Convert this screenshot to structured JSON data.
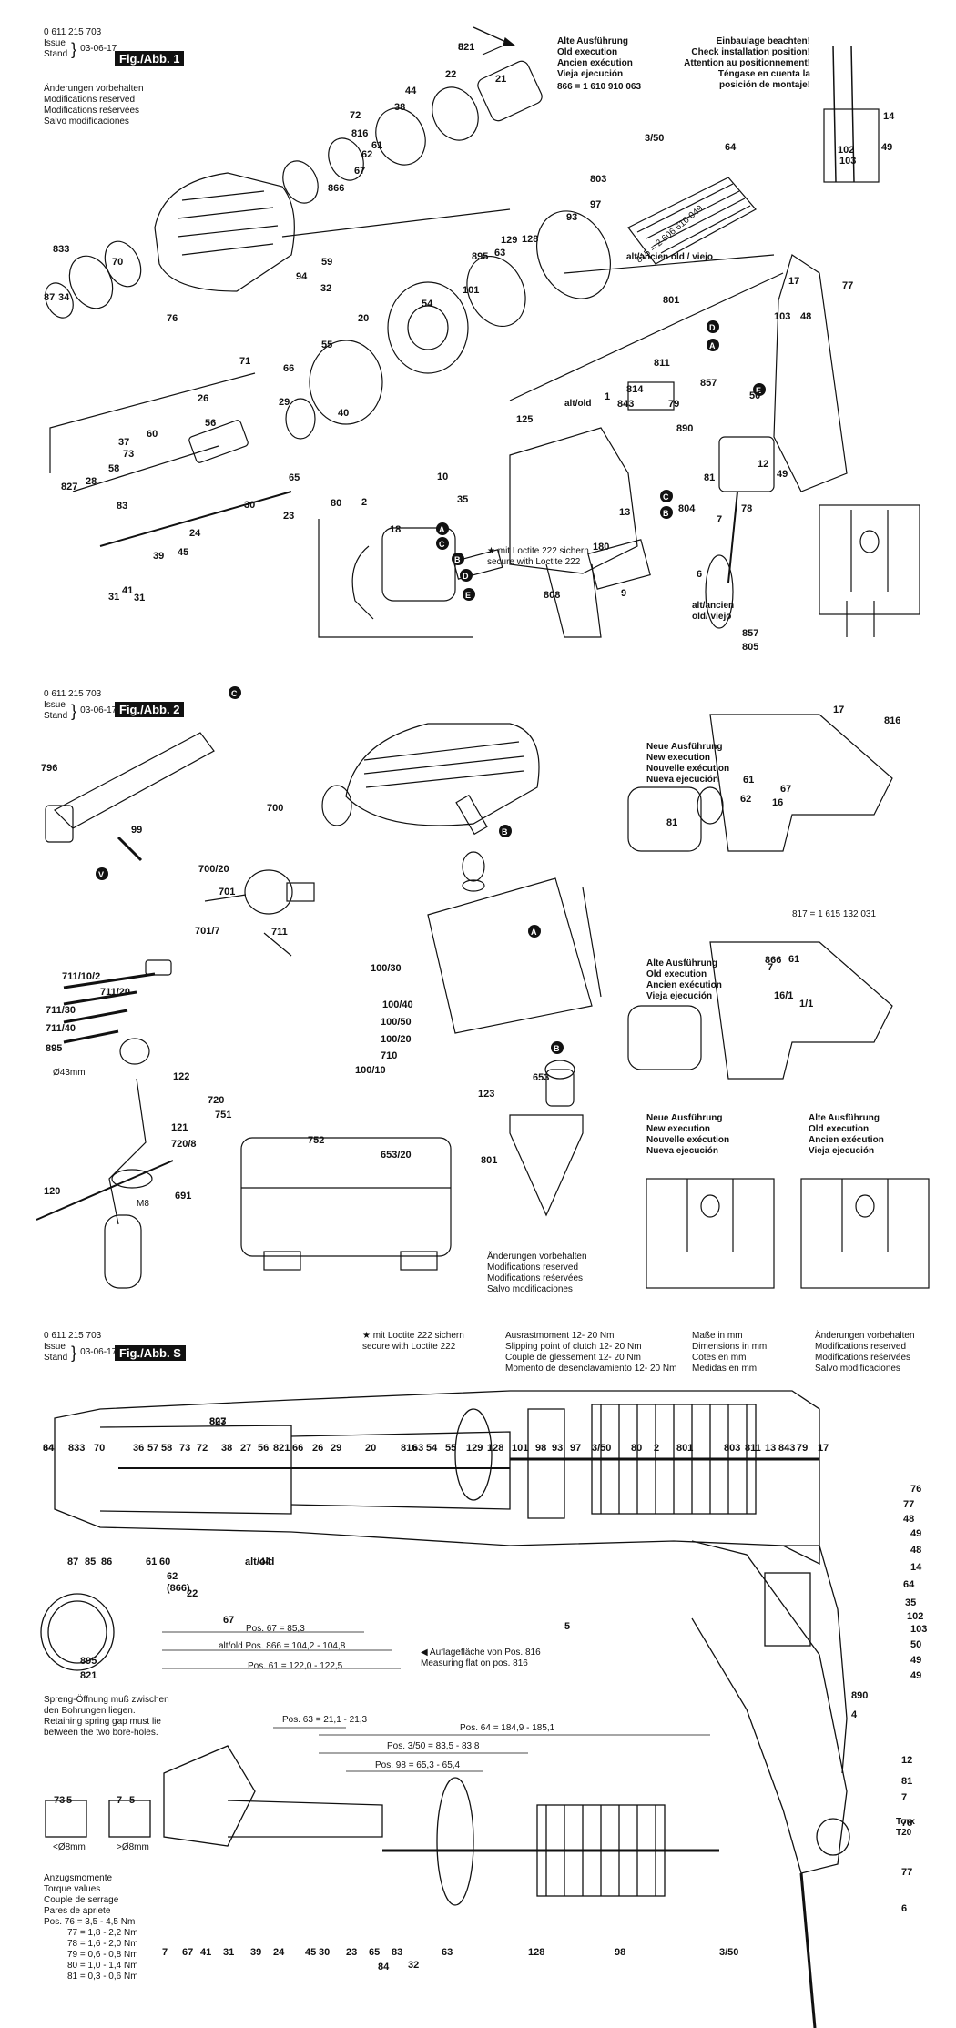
{
  "doc": {
    "number": "0 611 215 703",
    "issue_label": "Issue",
    "stand_label": "Stand",
    "date": "03-06-17"
  },
  "panel1": {
    "fig": "Fig./Abb. 1",
    "modifications": [
      "Änderungen vorbehalten",
      "Modifications reserved",
      "Modifications reśervées",
      "Salvo modificaciones"
    ],
    "old_exec": [
      "Alte Ausführung",
      "Old execution",
      "Ancien exécution",
      "Vieja ejecución"
    ],
    "old_exec_ref": "866 = 1 610 910 063",
    "install": [
      "Einbaulage beachten!",
      "Check installation position!",
      "Attention au positionnement!",
      "Téngase en cuenta la",
      "posición de montaje!"
    ],
    "ref815": "815 = 2 606 610 049",
    "altold": "alt/ancien old / viejo",
    "altold2": "alt/old",
    "loctite": [
      "★ mit Loctite 222 sichern",
      "secure with Loctite 222"
    ],
    "altold3": "alt/ancien old/ viejo",
    "labels": [
      "821",
      "22",
      "21",
      "44",
      "38",
      "72",
      "816",
      "61",
      "62",
      "67",
      "866",
      "3/50",
      "64",
      "97",
      "803",
      "93",
      "833",
      "70",
      "59",
      "94",
      "32",
      "87",
      "34",
      "76",
      "101",
      "895",
      "63",
      "129",
      "128",
      "801",
      "17",
      "77",
      "103",
      "48",
      "14",
      "102",
      "103",
      "49",
      "54",
      "20",
      "55",
      "71",
      "66",
      "29",
      "40",
      "26",
      "56",
      "60",
      "37",
      "73",
      "58",
      "28",
      "827",
      "83",
      "30",
      "23",
      "65",
      "24",
      "45",
      "39",
      "31",
      "41",
      "31",
      "80",
      "2",
      "35",
      "18",
      "125",
      "10",
      "1",
      "843",
      "811",
      "814",
      "79",
      "890",
      "857",
      "50",
      "81",
      "12",
      "78",
      "7",
      "804",
      "49",
      "13",
      "9",
      "180",
      "808",
      "6",
      "857",
      "805",
      "5"
    ]
  },
  "panel2": {
    "fig": "Fig./Abb. 2",
    "new_exec": [
      "Neue Ausführung",
      "New execution",
      "Nouvelle exécution",
      "Nueva ejecución"
    ],
    "old_exec": [
      "Alte Ausführung",
      "Old execution",
      "Ancien exécution",
      "Vieja ejecución"
    ],
    "ref817": "817 = 1 615 132 031",
    "modifications": [
      "Änderungen vorbehalten",
      "Modifications reserved",
      "Modifications reśervées",
      "Salvo modificaciones"
    ],
    "dim_ring": "Ø43mm",
    "m8": "M8",
    "labels": [
      "796",
      "99",
      "700",
      "700/20",
      "701",
      "701/7",
      "711",
      "711/10/2",
      "711/20",
      "711/30",
      "711/40",
      "895",
      "100/30",
      "100/40",
      "100/50",
      "100/20",
      "710",
      "100/10",
      "653/20",
      "653",
      "123",
      "122",
      "121",
      "720/8",
      "720",
      "751",
      "120",
      "691",
      "752",
      "801",
      "17",
      "816",
      "61",
      "67",
      "62",
      "16",
      "81",
      "7",
      "1/1",
      "61",
      "866",
      "16/1"
    ]
  },
  "panel3": {
    "fig": "Fig./Abb. S",
    "loctite": [
      "★ mit Loctite 222 sichern",
      "secure with Loctite 222"
    ],
    "torque": [
      "Ausrastmoment 12- 20 Nm",
      "Slipping point of clutch 12- 20 Nm",
      "Couple de glessement 12- 20 Nm",
      "Momento de desenclavamiento 12- 20 Nm"
    ],
    "dims": [
      "Maße in mm",
      "Dimensions in mm",
      "Cotes en mm",
      "Medidas en mm"
    ],
    "modifications": [
      "Änderungen vorbehalten",
      "Modifications reserved",
      "Modifications reśervées",
      "Salvo modificaciones"
    ],
    "pos67": "Pos. 67 = 85,3",
    "pos866": "alt/old Pos. 866 = 104,2 - 104,8",
    "pos61": "Pos. 61 = 122,0 - 122,5",
    "flat": [
      "◀ Auflagefläche von Pos. 816",
      "Measuring flat on pos. 816"
    ],
    "spring": [
      "Spreng-Öffnung muß zwischen",
      "den Bohrungen liegen.",
      "Retaining spring gap must lie",
      "between the two bore-holes."
    ],
    "pos63": "Pos. 63 = 21,1 - 21,3",
    "pos64": "Pos. 64 = 184,9 - 185,1",
    "pos350": "Pos. 3/50 = 83,5 - 83,8",
    "pos98": "Pos. 98 = 65,3 - 65,4",
    "lt8": "<Ø8mm",
    "gt8": ">Ø8mm",
    "torque_title": [
      "Anzugsmomente",
      "Torque values",
      "Couple de serrage",
      "Pares de apriete"
    ],
    "torque_values": [
      "Pos. 76 = 3,5 - 4,5 Nm",
      "77 = 1,8 - 2,2 Nm",
      "78 = 1,6 - 2,0 Nm",
      "79 = 0,6 - 0,8 Nm",
      "80 = 1,0 - 1,4 Nm",
      "81 = 0,3 - 0,6 Nm"
    ],
    "torx": "Torx T20",
    "labels": [
      "827",
      "34",
      "833",
      "70",
      "36",
      "57",
      "58",
      "73",
      "72",
      "38",
      "27",
      "56",
      "821",
      "66",
      "26",
      "29",
      "20",
      "816",
      "63",
      "54",
      "55",
      "129",
      "128",
      "101",
      "98",
      "93",
      "97",
      "3/50",
      "80",
      "2",
      "801",
      "803",
      "811",
      "13",
      "843",
      "79",
      "17",
      "87",
      "85",
      "86",
      "61",
      "60",
      "62",
      "(866)",
      "alt/old",
      "44",
      "22",
      "67",
      "76",
      "77",
      "48",
      "49",
      "48",
      "14",
      "64",
      "35",
      "102",
      "103",
      "50",
      "49",
      "49",
      "890",
      "4",
      "12",
      "81",
      "7",
      "78",
      "77",
      "6",
      "5",
      "895",
      "821",
      "73",
      "5",
      "7",
      "5",
      "7",
      "67",
      "41",
      "31",
      "39",
      "24",
      "45",
      "30",
      "23",
      "65",
      "84",
      "83",
      "32",
      "63",
      "128",
      "98",
      "3/50",
      "803",
      "64"
    ]
  }
}
